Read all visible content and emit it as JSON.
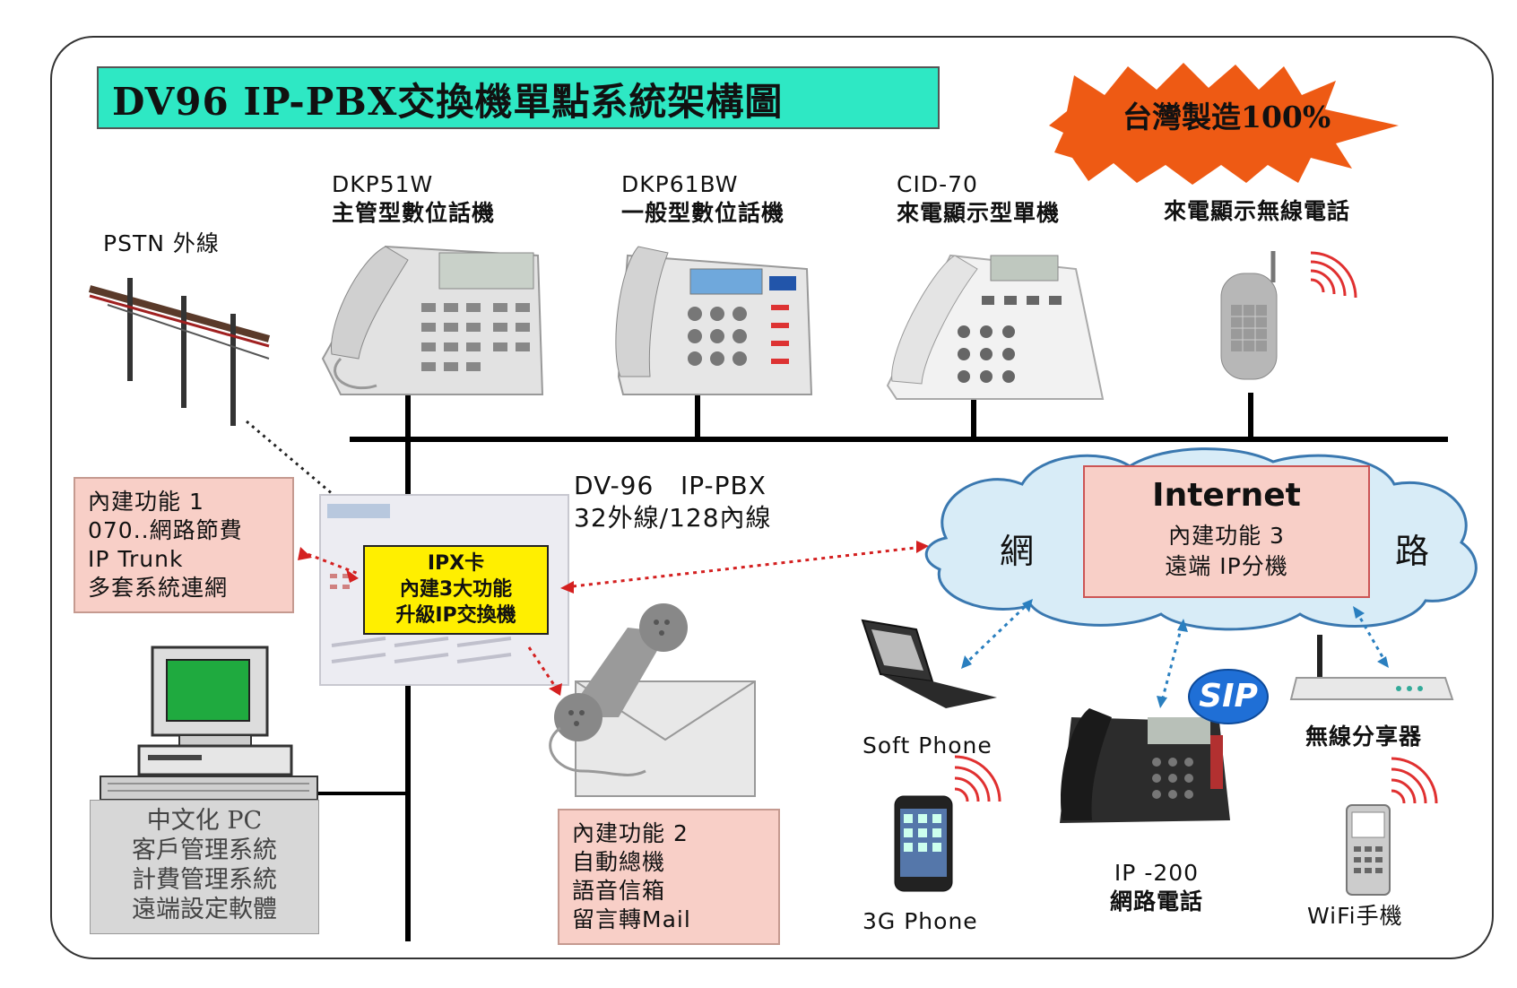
{
  "title": "DV96 IP-PBX交換機單點系統架構圖",
  "badge": "台灣製造100%",
  "pstn": {
    "label": "PSTN 外線"
  },
  "phones": {
    "dkp51w": {
      "model": "DKP51W",
      "desc": "主管型數位話機"
    },
    "dkp61bw": {
      "model": "DKP61BW",
      "desc": "一般型數位話機"
    },
    "cid70": {
      "model": "CID-70",
      "desc": "來電顯示型單機"
    },
    "cordless": {
      "desc": "來電顯示無線電話"
    }
  },
  "pbx": {
    "name": "DV-96   IP-PBX",
    "capacity": "32外線/128內線"
  },
  "feature1": {
    "lines": [
      "內建功能 1",
      "070..網路節費",
      "IP Trunk",
      "多套系統連網"
    ]
  },
  "ipx_card": {
    "lines": [
      "IPX卡",
      "內建3大功能",
      "升級IP交換機"
    ]
  },
  "feature2": {
    "lines": [
      "內建功能 2",
      "自動總機",
      "語音信箱",
      "留言轉Mail"
    ]
  },
  "pc": {
    "lines": [
      "中文化 PC",
      "客戶管理系統",
      "計費管理系統",
      "遠端設定軟體"
    ]
  },
  "internet": {
    "left_char": "網",
    "right_char": "路",
    "title": "Internet",
    "sub": [
      "內建功能 3",
      "遠端 IP分機"
    ]
  },
  "devices": {
    "soft_phone": "Soft Phone",
    "phone_3g": "3G Phone",
    "ip200_model": "IP -200",
    "ip200_desc": "網路電話",
    "router": "無線分享器",
    "wifi_phone": "WiFi手機",
    "sip": "SIP"
  },
  "colors": {
    "title_bg": "#2ee8c4",
    "badge": "#ee5a14",
    "pink_box": "#f8cfc7",
    "ipx_yellow": "#ffef00",
    "red_link": "#d42020",
    "blue_link": "#2a7fbf",
    "cloud": "#d8ecf7",
    "sip_badge": "#1f6fd6"
  },
  "icons": [
    "telephone-pole-icon",
    "desk-phone-icon",
    "cordless-phone-icon",
    "signal-waves-icon",
    "pbx-unit-icon",
    "desktop-pc-icon",
    "handset-envelope-icon",
    "cloud-icon",
    "laptop-icon",
    "ip-phone-icon",
    "router-icon",
    "smartphone-icon",
    "wifi-phone-icon"
  ]
}
